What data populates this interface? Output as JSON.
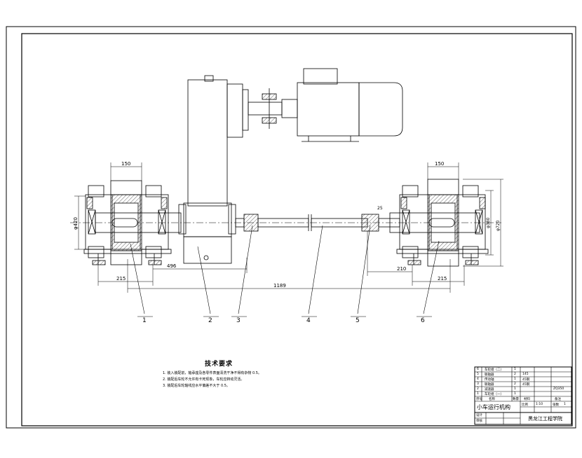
{
  "dimensions": {
    "left_width": "150",
    "left_dia": "φ420",
    "left_span": "215",
    "gearbox_offset": "496",
    "total_span": "1189",
    "right_width": "150",
    "right_span": "215",
    "right_offset": "210",
    "coupling_dim": "25",
    "right_dia_a": "φ720",
    "right_dia_b": "φ380"
  },
  "part_labels": [
    "1",
    "2",
    "3",
    "4",
    "5",
    "6"
  ],
  "technical_requirements": {
    "title": "技术要求",
    "items": [
      "1. 装入装配前，轴承座及各零件表面清洗干净不得有杂物 0.5。",
      "2. 装配后车轮不允许有卡死现象，车轮应转动灵活。",
      "3. 装配后车轮轴线应水平偏差不大于 0.5。"
    ]
  },
  "title_block": {
    "rows": [
      {
        "no": "6",
        "name": "车轮组（二）",
        "qty": "1",
        "mat": "",
        "note": ""
      },
      {
        "no": "5",
        "name": "联轴器",
        "qty": "2",
        "mat": "145",
        "note": ""
      },
      {
        "no": "4",
        "name": "传动轴",
        "qty": "1",
        "mat": "45钢",
        "note": ""
      },
      {
        "no": "3",
        "name": "联轴器",
        "qty": "2",
        "mat": "45钢",
        "note": ""
      },
      {
        "no": "2",
        "name": "减速器",
        "qty": "1",
        "mat": "",
        "note": "ZQ350"
      },
      {
        "no": "1",
        "name": "车轮组（一）",
        "qty": "1",
        "mat": "",
        "note": ""
      }
    ],
    "header": {
      "no": "序号",
      "name": "名称",
      "qty": "数量",
      "mat": "材料",
      "note": "备注"
    },
    "drawing_name": "小车运行机构",
    "scale_label": "比例",
    "scale_value": "1:10",
    "sheet_label": "张数",
    "sheet_value": "1",
    "school": "黑龙江工程学院",
    "drawer_label": "设计",
    "checker_label": "审核"
  }
}
